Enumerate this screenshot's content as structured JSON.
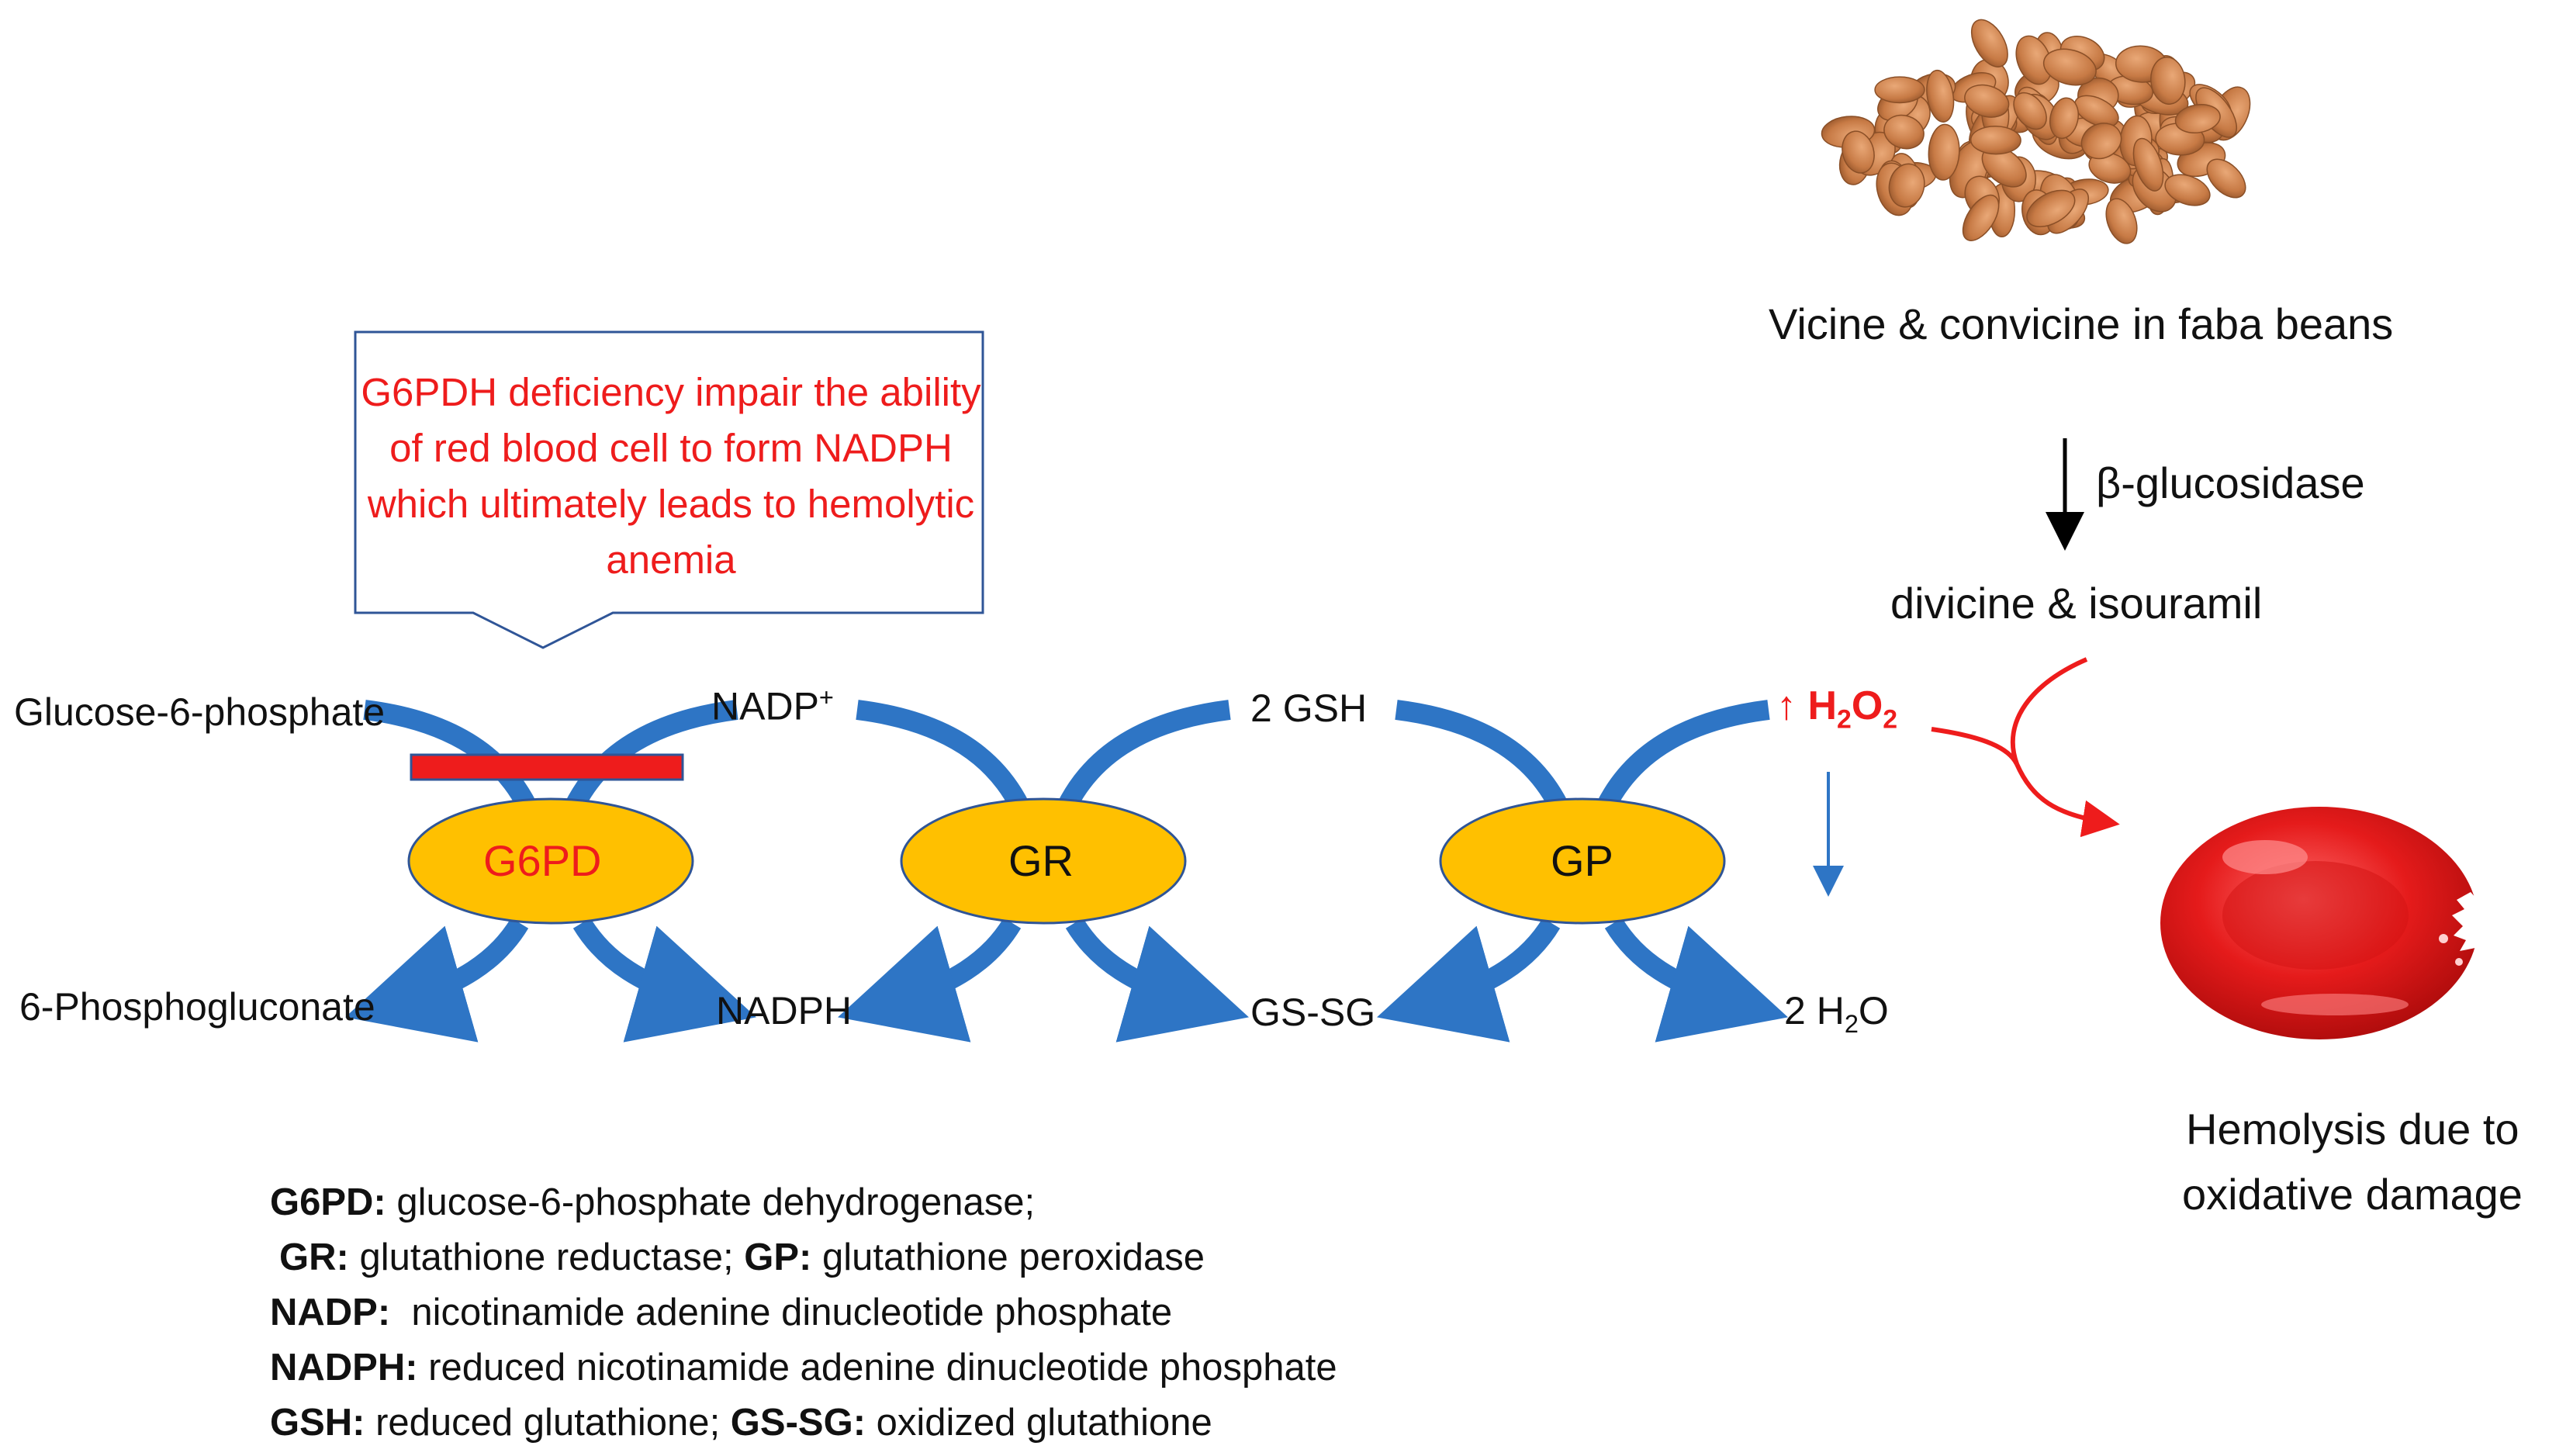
{
  "callout": {
    "text": "G6PDH deficiency impair the ability of red blood cell to form NADPH which ultimately leads to hemolytic anemia"
  },
  "enzymes": {
    "g6pd": "G6PD",
    "gr": "GR",
    "gp": "GP"
  },
  "substrates": {
    "glucose6p": "Glucose-6-phosphate",
    "phosphogluconate": "6-Phosphogluconate",
    "nadp": "NADP",
    "nadp_sup": "+",
    "nadph": "NADPH",
    "gsh": "2 GSH",
    "gssg": "GS-SG",
    "h2o2_arrow": "↑",
    "h2o2_h": "H",
    "h2o2_sub1": "2",
    "h2o2_o": "O",
    "h2o2_sub2": "2",
    "h2o_pre": "2 H",
    "h2o_sub": "2",
    "h2o_post": "O"
  },
  "pathway": {
    "source": "Vicine & convicine in faba beans",
    "enzyme": "β-glucosidase",
    "products": "divicine & isouramil",
    "outcome_line1": "Hemolysis due to",
    "outcome_line2": "oxidative damage"
  },
  "legend": [
    {
      "term": "G6PD:",
      "def": " glucose-6-phosphate dehydrogenase;"
    },
    {
      "term": "GR:",
      "def": " glutathione reductase; ",
      "term2": "GP:",
      "def2": " glutathione peroxidase"
    },
    {
      "term": "NADP:",
      "def": "  nicotinamide adenine dinucleotide phosphate"
    },
    {
      "term": "NADPH:",
      "def": " reduced nicotinamide adenine dinucleotide phosphate"
    },
    {
      "term": "GSH:",
      "def": " reduced glutathione; ",
      "term2": "GS-SG:",
      "def2": " oxidized glutathione"
    }
  ],
  "colors": {
    "enzyme_fill": "#FFC000",
    "arrow_blue": "#2E75C5",
    "red": "#EE1C1C",
    "callout_border": "#2F5597"
  }
}
